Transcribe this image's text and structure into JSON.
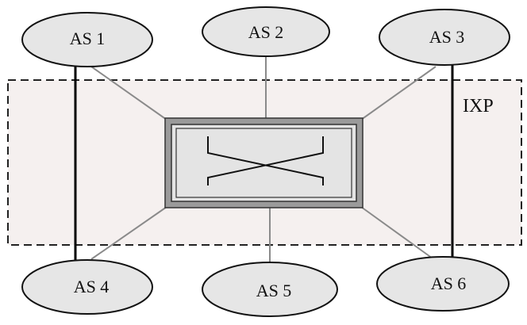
{
  "ixp": {
    "label": "IXP"
  },
  "nodes": {
    "as1": "AS 1",
    "as2": "AS 2",
    "as3": "AS 3",
    "as4": "AS 4",
    "as5": "AS 5",
    "as6": "AS 6"
  },
  "colors": {
    "ixp_fill": "#f5f0ef",
    "node_fill": "#e6e6e6",
    "switch_frame": "#9a9a9a",
    "switch_inner": "#e4e4e4",
    "peering_link": "#8a8a8a",
    "private_link": "#000000"
  }
}
